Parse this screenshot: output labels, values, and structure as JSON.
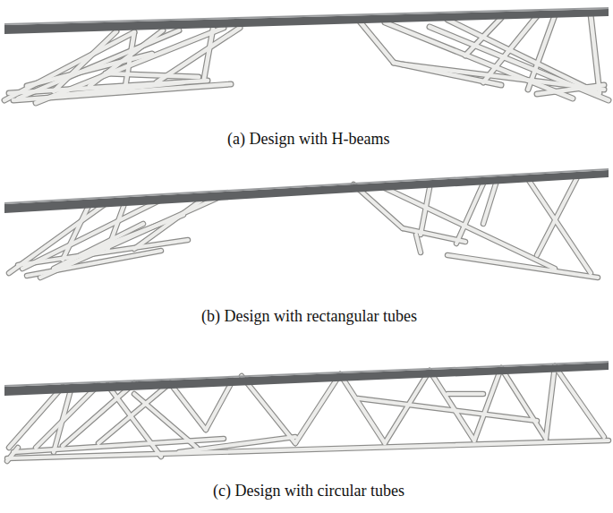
{
  "diagram": {
    "labels": [
      "(a) Design with H-beams",
      "(b) Design with rectangular tubes",
      "(c) Design with circular tubes"
    ]
  }
}
